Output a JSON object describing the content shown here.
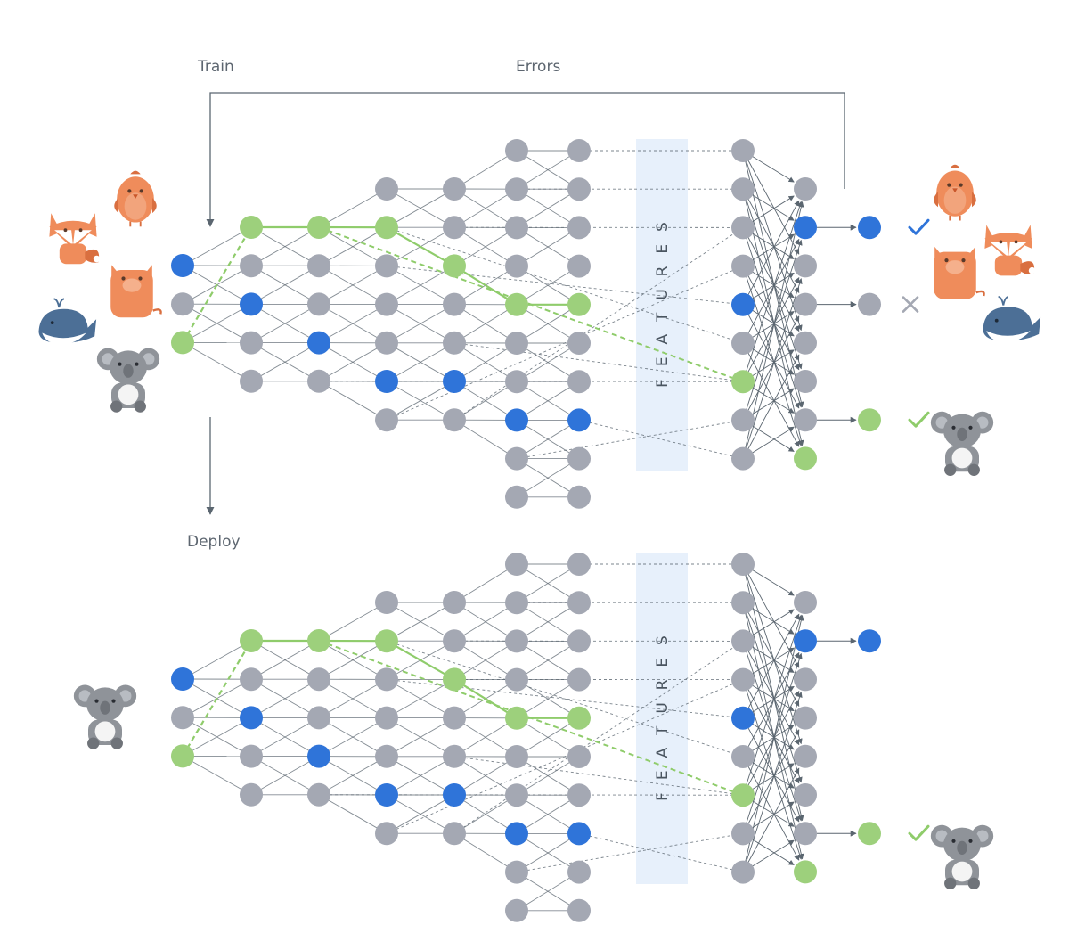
{
  "labels": {
    "train": "Train",
    "errors": "Errors",
    "deploy": "Deploy",
    "features": "FEATURES"
  },
  "colors": {
    "node_gray": "#a4a8b3",
    "node_blue": "#2f74d9",
    "node_green": "#9dd07c",
    "edge": "#5b6670",
    "edge_green": "#8fcc6b",
    "features_band": "#e7f0fb",
    "animal_orange": "#ef8c5b",
    "animal_blue": "#4c6f96",
    "animal_gray": "#8f9399",
    "check_blue": "#2f74d9",
    "check_green": "#8fcc6b",
    "cross_gray": "#a4a8b3"
  },
  "panels": [
    {
      "id": "train",
      "inputs": [
        "bird",
        "fox",
        "cat",
        "whale",
        "koala"
      ],
      "outputs": [
        {
          "state": "blue",
          "mark": "check",
          "animals": [
            "bird",
            "fox"
          ]
        },
        {
          "state": "gray",
          "mark": "cross",
          "animals": [
            "cat",
            "whale"
          ]
        },
        {
          "state": "green",
          "mark": "check",
          "animals": [
            "koala"
          ]
        }
      ]
    },
    {
      "id": "deploy",
      "inputs": [
        "koala"
      ],
      "outputs": [
        {
          "state": "blue",
          "mark": "none",
          "animals": []
        },
        {
          "state": "green",
          "mark": "check",
          "animals": [
            "koala"
          ]
        }
      ]
    }
  ],
  "network": {
    "layers": [
      {
        "id": "L0",
        "states": [
          "blue",
          "gray",
          "green"
        ]
      },
      {
        "id": "L1",
        "states": [
          "green",
          "gray",
          "blue",
          "gray",
          "gray"
        ]
      },
      {
        "id": "L2",
        "states": [
          "green",
          "gray",
          "gray",
          "blue",
          "gray"
        ]
      },
      {
        "id": "L3",
        "states": [
          "gray",
          "green",
          "gray",
          "gray",
          "gray",
          "blue",
          "gray"
        ]
      },
      {
        "id": "L4",
        "states": [
          "gray",
          "gray",
          "green",
          "gray",
          "gray",
          "blue",
          "gray"
        ]
      },
      {
        "id": "L5",
        "states": [
          "gray",
          "gray",
          "gray",
          "gray",
          "green",
          "gray",
          "gray",
          "blue",
          "gray",
          "gray"
        ]
      },
      {
        "id": "L6",
        "states": [
          "gray",
          "gray",
          "gray",
          "gray",
          "green",
          "gray",
          "gray",
          "blue",
          "gray",
          "gray"
        ]
      },
      {
        "id": "L7",
        "states": [
          "gray",
          "gray",
          "gray",
          "gray",
          "blue",
          "gray",
          "green",
          "gray",
          "gray"
        ]
      },
      {
        "id": "L8",
        "states": [
          "gray",
          "blue",
          "gray",
          "gray",
          "gray",
          "gray",
          "gray",
          "green"
        ]
      }
    ]
  }
}
